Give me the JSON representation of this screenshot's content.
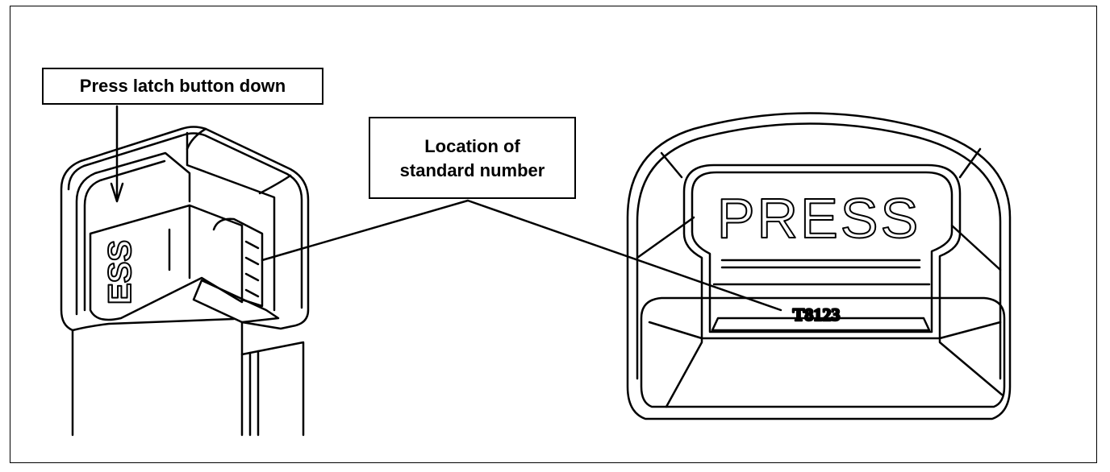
{
  "labels": {
    "latch": "Press latch button down",
    "location_line1": "Location of",
    "location_line2": "standard number"
  },
  "button": {
    "press_text": "PRESS",
    "standard_number": "T8123",
    "side_lettering": "ESS"
  }
}
